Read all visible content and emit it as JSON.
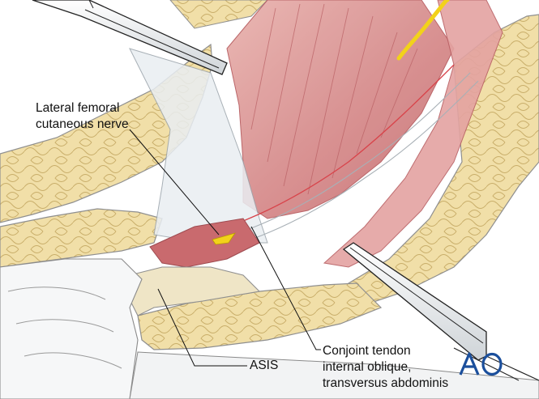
{
  "labels": {
    "lateral_femoral_cutaneous_nerve": "Lateral femoral\ncutaneous nerve",
    "asis": "ASIS",
    "conjoint_tendon": "Conjoint tendon\ninternal oblique,\ntransversus abdominis"
  },
  "logo_text": "AO",
  "colors": {
    "fat": "#f1dfa8",
    "fat_outline": "#c9ae6a",
    "muscle": "#d88f8f",
    "muscle_dark": "#b85e62",
    "fascia": "#e9eef2",
    "nerve": "#f2d21a",
    "instrument": "#e9ecef",
    "logo": "#1b4f9c"
  }
}
